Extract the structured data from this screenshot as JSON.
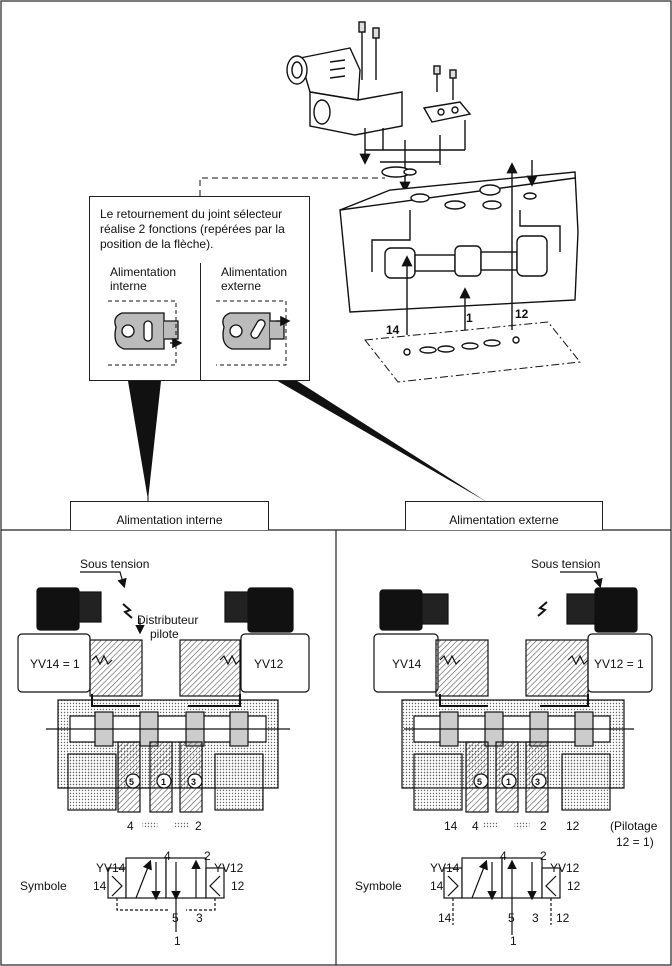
{
  "callout": {
    "text": "Le retournement du joint sélecteur réalise 2 fonctions (repérées par la position de la flèche).",
    "internal_label": "Alimentation interne",
    "external_label": "Alimentation externe"
  },
  "top_ports": {
    "p14": "14",
    "p1": "1",
    "p12": "12"
  },
  "label_boxes": {
    "left": "Alimentation interne",
    "right": "Alimentation externe"
  },
  "left_panel": {
    "sous_tension": "Sous tension",
    "distributeur": "Distributeur",
    "pilote": "pilote",
    "solenoid_left": "YV14 = 1",
    "solenoid_right": "YV12",
    "ports": [
      "5",
      "1",
      "3"
    ],
    "exhaust_left": "4",
    "exhaust_right": "2",
    "symbole": "Symbole",
    "sym": {
      "yv14": "YV14",
      "yv12": "YV12",
      "p14": "14",
      "p12": "12",
      "p4": "4",
      "p2": "2",
      "p5": "5",
      "p3": "3",
      "p1": "1"
    }
  },
  "right_panel": {
    "sous_tension": "Sous tension",
    "solenoid_left": "YV14",
    "solenoid_right": "YV12 = 1",
    "ports": [
      "5",
      "1",
      "3"
    ],
    "pilot_left": "14",
    "exhaust_left": "4",
    "exhaust_right": "2",
    "pilot_right": "12",
    "pilotage_line1": "(Pilotage",
    "pilotage_line2": "12 = 1)",
    "symbole": "Symbole",
    "sym": {
      "yv14": "YV14",
      "yv12": "YV12",
      "p14": "14",
      "p12": "12",
      "p4": "4",
      "p2": "2",
      "p5": "5",
      "p3": "3",
      "p1": "1"
    }
  }
}
